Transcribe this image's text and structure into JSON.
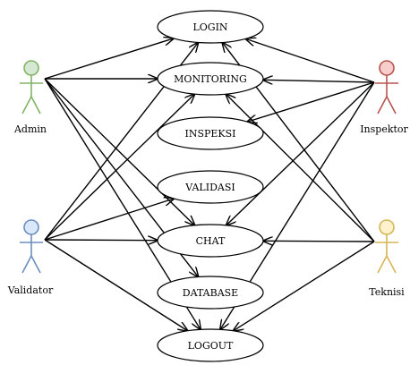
{
  "diagram": {
    "actors": [
      {
        "id": "admin",
        "label": "Admin",
        "color": "#82b366",
        "fill": "#d5e8d4"
      },
      {
        "id": "validator",
        "label": "Validator",
        "color": "#6c8ebf",
        "fill": "#dae8fc"
      },
      {
        "id": "inspektor",
        "label": "Inspektor",
        "color": "#b85450",
        "fill": "#f8cecc"
      },
      {
        "id": "teknisi",
        "label": "Teknisi",
        "color": "#d6b656",
        "fill": "#fff2cc"
      }
    ],
    "usecases": [
      {
        "id": "login",
        "label": "LOGIN"
      },
      {
        "id": "monitoring",
        "label": "MONITORING"
      },
      {
        "id": "inspeksi",
        "label": "INSPEKSI"
      },
      {
        "id": "validasi",
        "label": "VALIDASI"
      },
      {
        "id": "chat",
        "label": "CHAT"
      },
      {
        "id": "database",
        "label": "DATABASE"
      },
      {
        "id": "logout",
        "label": "LOGOUT"
      }
    ],
    "associations": [
      {
        "from": "admin",
        "to": "login"
      },
      {
        "from": "admin",
        "to": "monitoring"
      },
      {
        "from": "admin",
        "to": "chat"
      },
      {
        "from": "admin",
        "to": "database"
      },
      {
        "from": "admin",
        "to": "logout"
      },
      {
        "from": "validator",
        "to": "login"
      },
      {
        "from": "validator",
        "to": "monitoring"
      },
      {
        "from": "validator",
        "to": "validasi"
      },
      {
        "from": "validator",
        "to": "chat"
      },
      {
        "from": "validator",
        "to": "logout"
      },
      {
        "from": "inspektor",
        "to": "login"
      },
      {
        "from": "inspektor",
        "to": "monitoring"
      },
      {
        "from": "inspektor",
        "to": "inspeksi"
      },
      {
        "from": "inspektor",
        "to": "chat"
      },
      {
        "from": "inspektor",
        "to": "logout"
      },
      {
        "from": "teknisi",
        "to": "login"
      },
      {
        "from": "teknisi",
        "to": "monitoring"
      },
      {
        "from": "teknisi",
        "to": "chat"
      },
      {
        "from": "teknisi",
        "to": "logout"
      }
    ]
  }
}
